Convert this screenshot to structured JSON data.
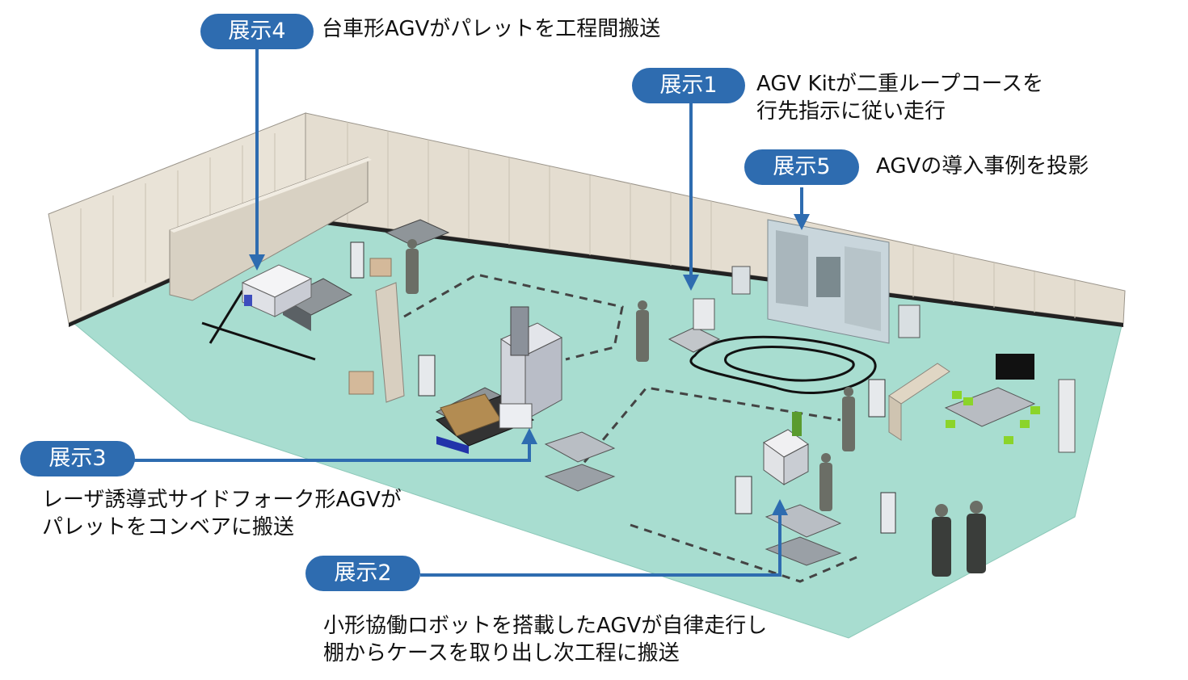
{
  "colors": {
    "accent": "#2e6cb0",
    "floor": "#a8ddd0",
    "wall": "#e6dfd2",
    "text": "#111111"
  },
  "exhibits": {
    "e1": {
      "label": "展示1",
      "desc": [
        "AGV Kitが二重ループコースを",
        "行先指示に従い走行"
      ]
    },
    "e2": {
      "label": "展示2",
      "desc": [
        "小形協働ロボットを搭載したAGVが自律走行し",
        "棚からケースを取り出し次工程に搬送"
      ]
    },
    "e3": {
      "label": "展示3",
      "desc": [
        "レーザ誘導式サイドフォーク形AGVが",
        "パレットをコンベアに搬送"
      ]
    },
    "e4": {
      "label": "展示4",
      "desc": [
        "台車形AGVがパレットを工程間搬送"
      ]
    },
    "e5": {
      "label": "展示5",
      "desc": [
        "AGVの導入事例を投影"
      ]
    }
  }
}
